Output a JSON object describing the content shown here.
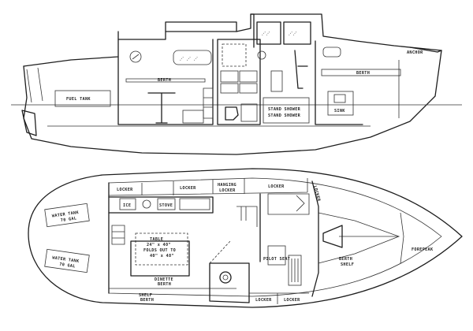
{
  "profile_labels": {
    "fuel_tank": "FUEL TANK",
    "berth_salon": "BERTH",
    "berth_fwd": "BERTH",
    "stand_up_shower": "STAND SHOWER",
    "stand_up_shower_2": "STAND SHOWER",
    "anchor_locker": "ANCHOR",
    "sink": "SINK"
  },
  "plan_labels": {
    "water_tank_port": "WATER TANK",
    "water_tank_port_cap": "70 GAL",
    "water_tank_stbd": "WATER TANK",
    "water_tank_stbd_cap": "70 GAL",
    "locker_1": "LOCKER",
    "locker_2": "LOCKER",
    "hanging_locker": "HANGING",
    "hanging_locker_2": "LOCKER",
    "locker_3": "LOCKER",
    "stbd_locker": "LOCKER",
    "table": "TABLE",
    "table_size": "24\" x 40\"",
    "table_folds": "FOLDS OUT TO",
    "table_folds_2": "40\" x 48\"",
    "dinette": "DINETTE",
    "dinette_sub": "BERTH",
    "shelf": "SHELF",
    "shelf_sub": "BERTH",
    "pilot_seat": "PILOT SEAT",
    "berth_fwd": "BERTH",
    "berth_fwd_sub": "SHELF",
    "forepeak": "FOREPEAK",
    "locker_bottom_1": "LOCKER",
    "locker_bottom_2": "LOCKER",
    "ice": "ICE",
    "stove": "STOVE"
  }
}
